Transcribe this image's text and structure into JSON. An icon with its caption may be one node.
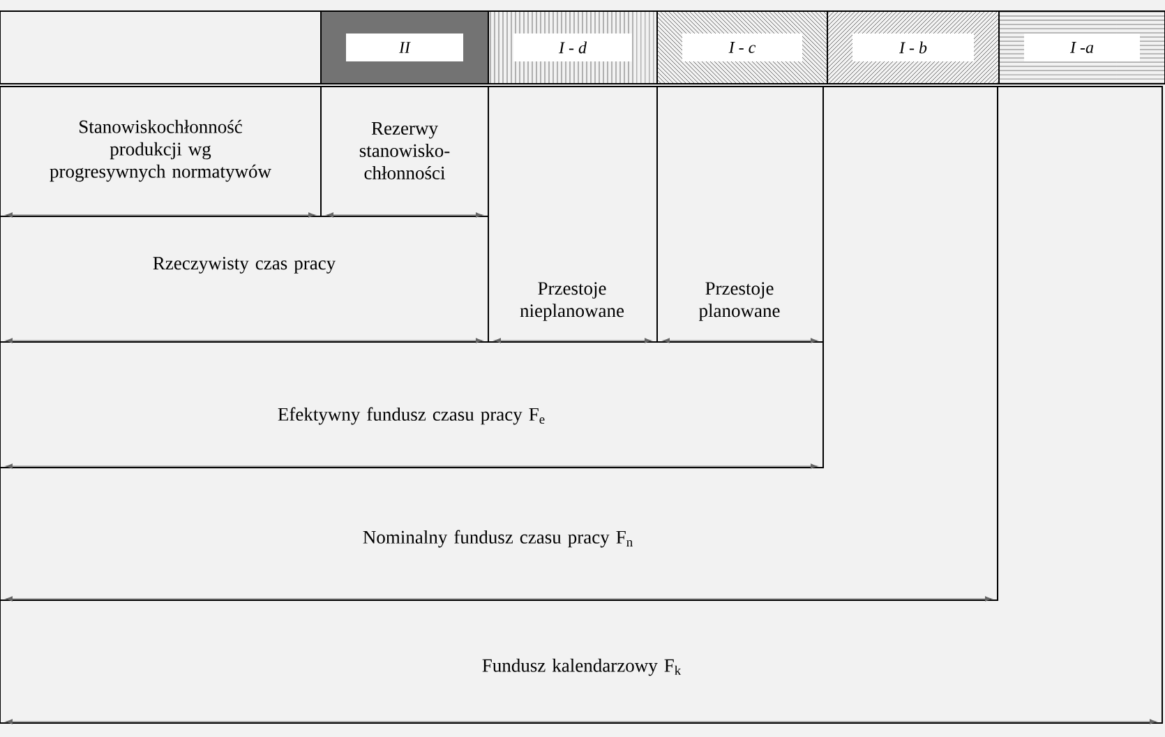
{
  "diagram": {
    "nodes": [
      {
        "text": [
          "II"
        ]
      },
      {
        "text": [
          "I - d"
        ]
      },
      {
        "text": [
          "I - c"
        ]
      },
      {
        "text": [
          "I - b"
        ]
      },
      {
        "text": [
          "I -a"
        ]
      },
      {
        "text": [
          "Fundusz kalendarzowy F$_{k}$"
        ]
      },
      {
        "text": [
          "Nominalny fundusz czasu pracy F$_{n}$"
        ]
      },
      {
        "text": [
          "Efektywny fundusz czasu pracy F$_{e}$"
        ]
      },
      {
        "text": [
          "Rzeczywisty czas pracy"
        ]
      },
      {
        "text": [
          "Stanowiskochłonność produkcji wg progresywnych normatywów"
        ]
      },
      {
        "text": [
          "Rezerwy stanowisko-chłonności"
        ]
      },
      {
        "text": [
          "Przestoje nieplanowane"
        ]
      },
      {
        "text": [
          "Przestoje planowane"
        ]
      }
    ]
  }
}
